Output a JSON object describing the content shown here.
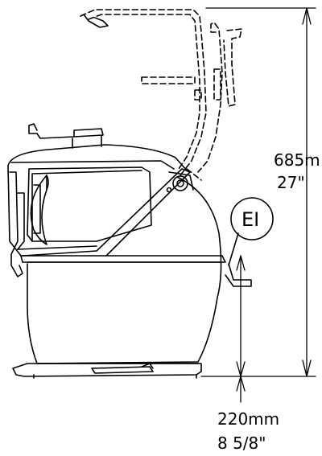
{
  "labels": {
    "height_mm": "685m",
    "height_in": "27\"",
    "connection": "EI",
    "clearance_mm": "220mm",
    "clearance_in": "8 5/8\""
  }
}
